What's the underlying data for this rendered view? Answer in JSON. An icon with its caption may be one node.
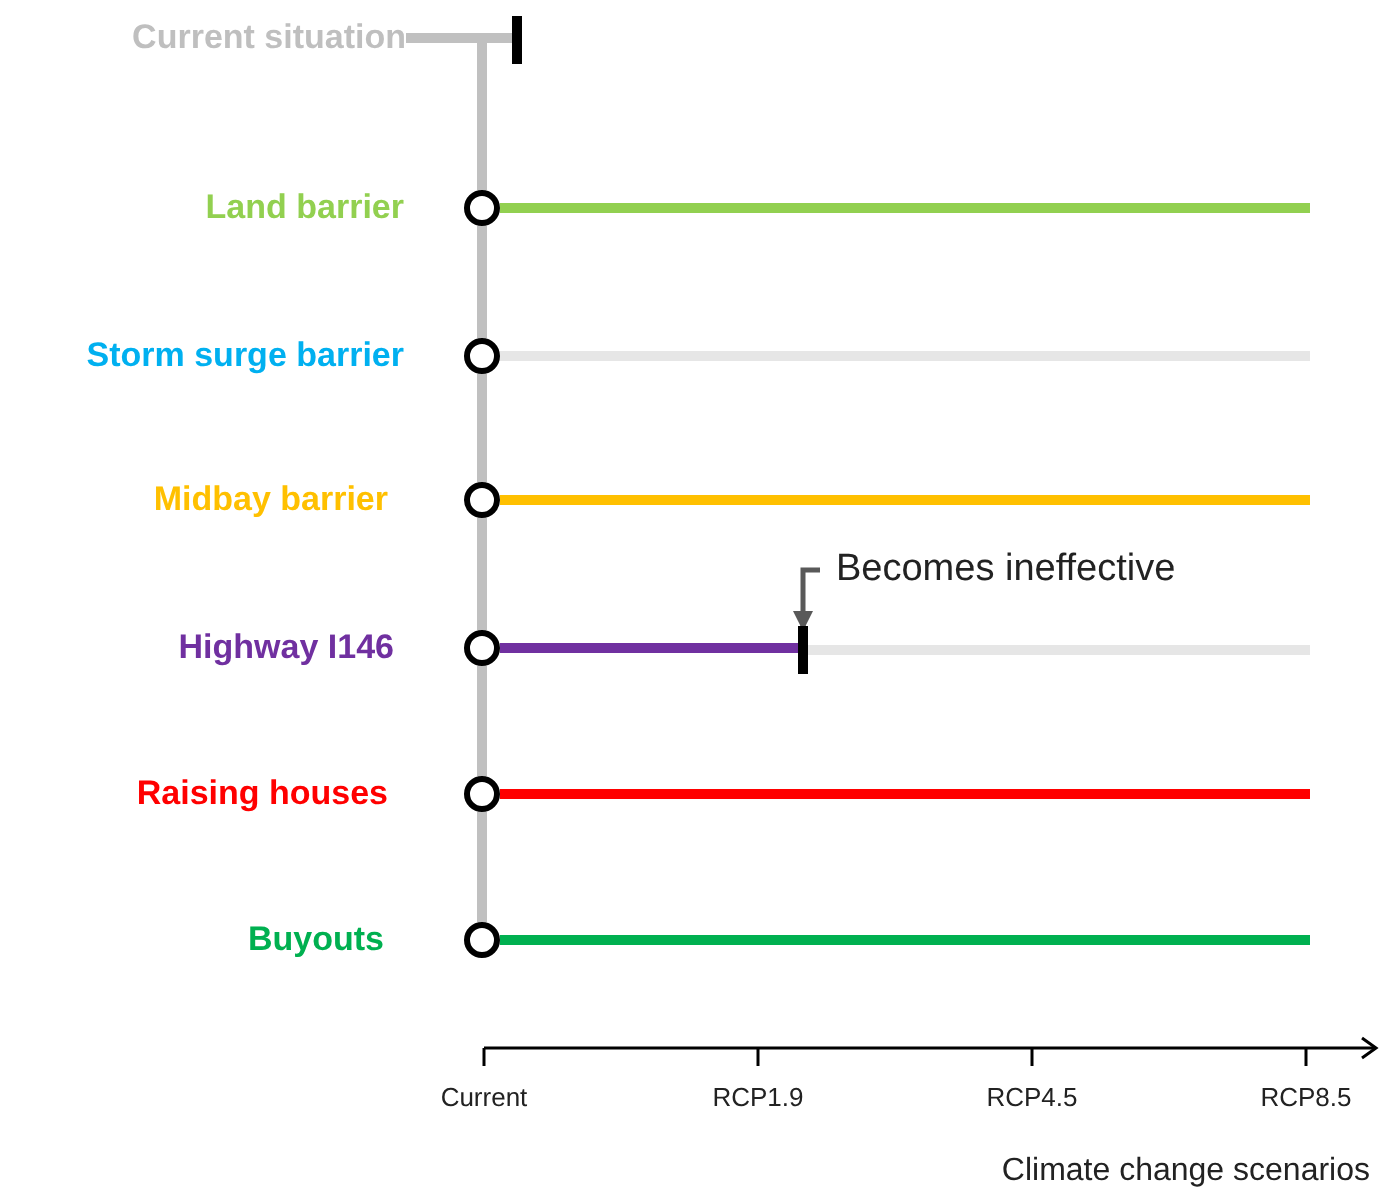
{
  "diagram": {
    "nodes": [
      {
        "text": [
          "Current situation"
        ]
      },
      {
        "text": [],
        "shape": "bar"
      },
      {
        "text": [
          "Land barrier"
        ]
      },
      {
        "text": [],
        "shape": "circle"
      },
      {
        "text": [
          "Storm surge barrier"
        ]
      },
      {
        "text": [],
        "shape": "circle"
      },
      {
        "text": [
          "Midbay barrier"
        ]
      },
      {
        "text": [],
        "shape": "circle"
      },
      {
        "text": [
          "Becomes ineffective"
        ]
      },
      {
        "text": [
          "Highway I146"
        ]
      },
      {
        "text": [],
        "shape": "circle"
      },
      {
        "text": [],
        "shape": "bar"
      },
      {
        "text": [
          "Raising houses"
        ]
      },
      {
        "text": [],
        "shape": "circle"
      },
      {
        "text": [
          "Buyouts"
        ]
      },
      {
        "text": [],
        "shape": "circle"
      }
    ],
    "edges": [
      {
        "from": 0,
        "to": 1,
        "arrow": "none",
        "color": "#c0c0c0"
      },
      {
        "from": 0,
        "to": 3,
        "arrow": "none",
        "color": "#c0c0c0"
      },
      {
        "from": 3,
        "to": 5,
        "arrow": "none",
        "color": "#c0c0c0"
      },
      {
        "from": 5,
        "to": 7,
        "arrow": "none",
        "color": "#c0c0c0"
      },
      {
        "from": 7,
        "to": 10,
        "arrow": "none",
        "color": "#c0c0c0"
      },
      {
        "from": 10,
        "to": 13,
        "arrow": "none",
        "color": "#c0c0c0"
      },
      {
        "from": 13,
        "to": 15,
        "arrow": "none",
        "color": "#c0c0c0"
      },
      {
        "from": 3,
        "to": null,
        "arrow": "none",
        "color": "#92d050"
      },
      {
        "from": 5,
        "to": null,
        "arrow": "none",
        "color": "#e6e6e6"
      },
      {
        "from": 7,
        "to": null,
        "arrow": "none",
        "color": "#ffc000"
      },
      {
        "from": 10,
        "to": 11,
        "arrow": "none",
        "color": "#7030a0"
      },
      {
        "from": 11,
        "to": null,
        "arrow": "none",
        "color": "#e6e6e6"
      },
      {
        "from": 13,
        "to": null,
        "arrow": "none",
        "color": "#ff0000"
      },
      {
        "from": 15,
        "to": null,
        "arrow": "none",
        "color": "#00b050"
      },
      {
        "from": 8,
        "to": 11,
        "arrow": "to",
        "color": "#595959"
      }
    ],
    "labels": [
      "Current",
      "RCP1.9",
      "RCP4.5",
      "RCP8.5",
      "Climate change scenarios"
    ]
  }
}
